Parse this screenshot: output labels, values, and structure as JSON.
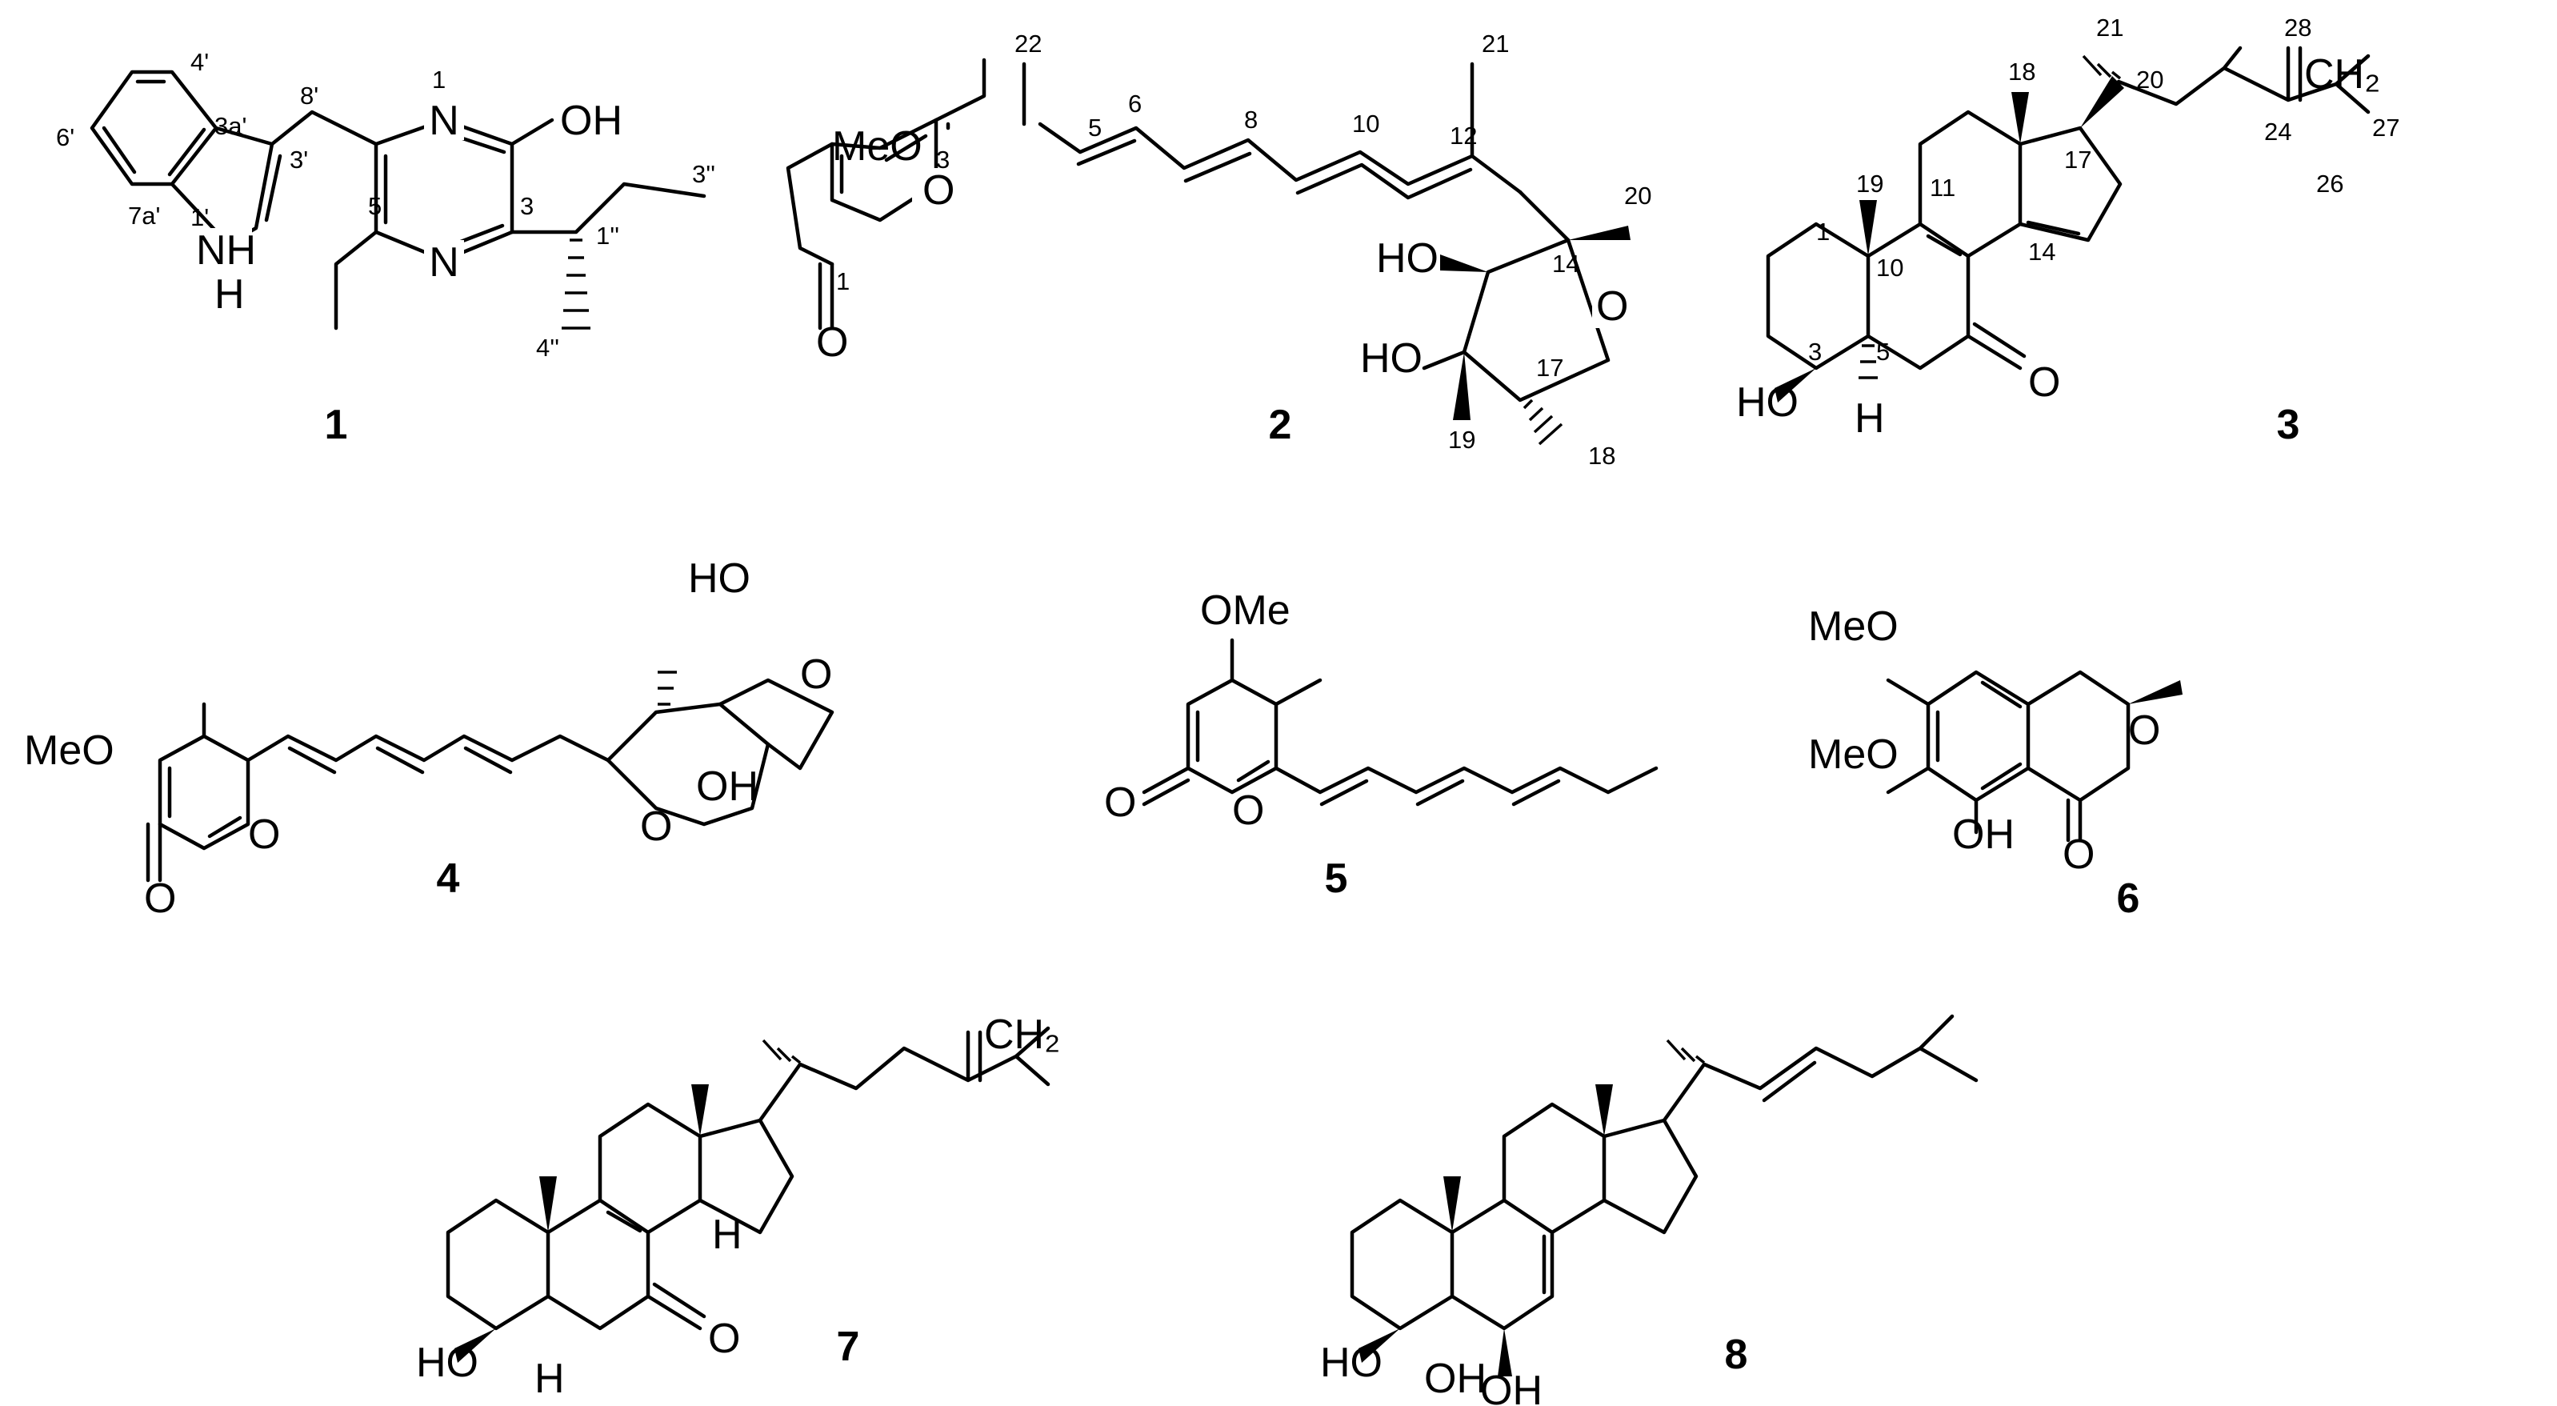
{
  "figure": {
    "compound_ids": [
      "1",
      "2",
      "3",
      "4",
      "5",
      "6",
      "7",
      "8"
    ],
    "atom_labels": {
      "N": "N",
      "NH": "NH",
      "H": "H",
      "OH": "OH",
      "HO": "HO",
      "O": "O",
      "OMe": "OMe",
      "MeO": "MeO",
      "CH2": "CH₂"
    },
    "c1_numbers": {
      "n4p": "4'",
      "n6p": "6'",
      "n3ap": "3a'",
      "n7ap": "7a'",
      "n1p": "1'",
      "n3p": "3'",
      "n8p": "8'",
      "n1": "1",
      "n5": "5",
      "n3": "3",
      "n3pp": "3''",
      "n1pp": "1''",
      "n4pp": "4''"
    },
    "c2_numbers": {
      "n22": "22",
      "n3": "3",
      "n5": "5",
      "n6": "6",
      "n8": "8",
      "n10": "10",
      "n12": "12",
      "n21": "21",
      "n1": "1",
      "n20": "20",
      "n14": "14",
      "n17": "17",
      "n19": "19",
      "n18": "18"
    },
    "c3_numbers": {
      "n21": "21",
      "n28": "28",
      "n18": "18",
      "n20": "20",
      "n24": "24",
      "n27": "27",
      "n19": "19",
      "n11": "11",
      "n17": "17",
      "n1": "1",
      "n10": "10",
      "n14": "14",
      "n26": "26",
      "n3": "3",
      "n5": "5"
    }
  }
}
